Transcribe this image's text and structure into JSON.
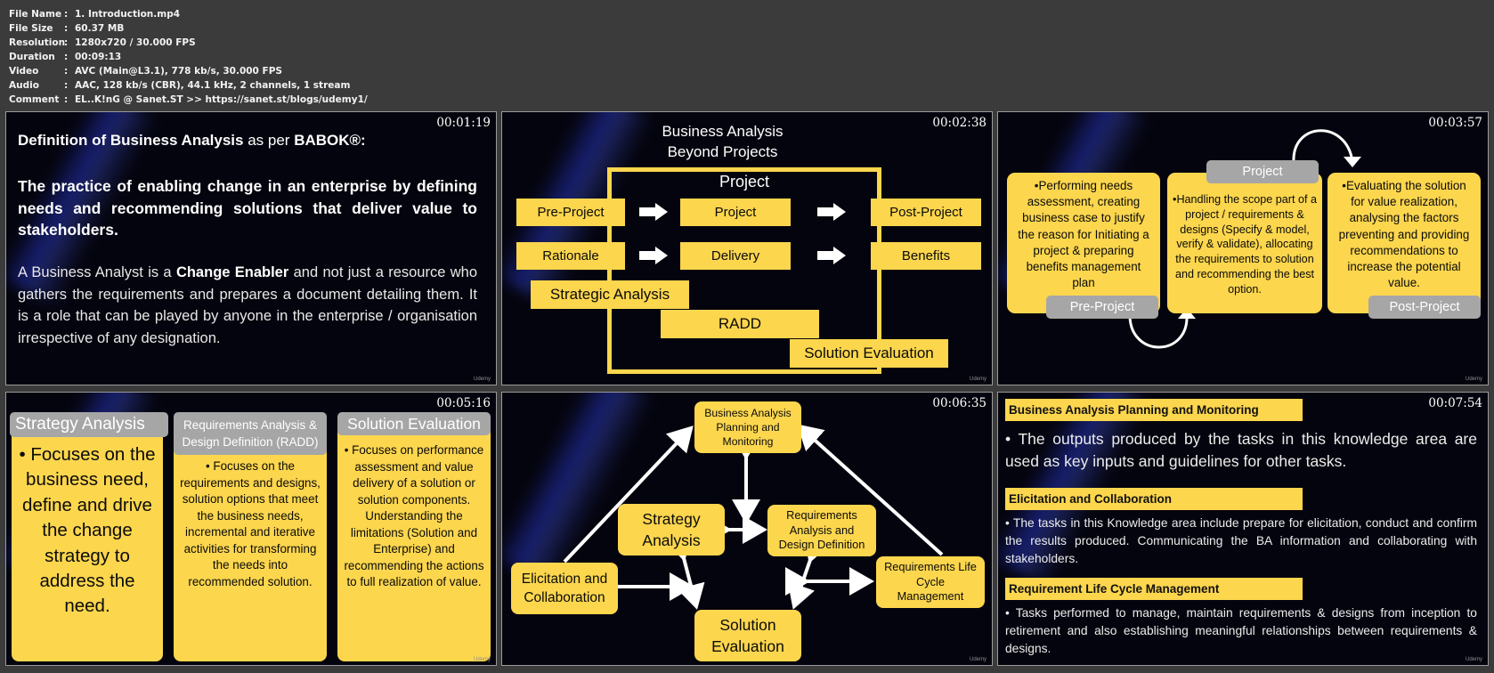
{
  "meta": [
    {
      "key": "File Name",
      "value": "1. Introduction.mp4"
    },
    {
      "key": "File Size",
      "value": "60.37 MB"
    },
    {
      "key": "Resolution",
      "value": "1280x720 / 30.000 FPS"
    },
    {
      "key": "Duration",
      "value": "00:09:13"
    },
    {
      "key": "Video",
      "value": "AVC (Main@L3.1), 778 kb/s, 30.000 FPS"
    },
    {
      "key": "Audio",
      "value": "AAC, 128 kb/s (CBR), 44.1 kHz, 2 channels, 1 stream"
    },
    {
      "key": "Comment",
      "value": "EL..K!nG @ Sanet.ST  >> https://sanet.st/blogs/udemy1/"
    }
  ],
  "separator": ":",
  "watermark": "Udemy",
  "colors": {
    "accent_yellow": "#fcd64d",
    "accent_gray": "#a6a6a6",
    "slide_bg": "#04040e",
    "page_bg": "#3b3b3b"
  },
  "thumbs": [
    {
      "timestamp": "00:01:19",
      "title_bold": "Definition of Business Analysis",
      "title_mid": " as per ",
      "title_bold2": "BABOK®:",
      "definition": "The practice of enabling change in an enterprise by defining needs and recommending solutions that deliver value to stakeholders.",
      "body_pre": "A Business Analyst is a ",
      "body_bold": "Change Enabler",
      "body_post": " and not just a  resource who  gathers  the  requirements  and  prepares  a document detailing them. It is a role that can be played by  anyone in the enterprise / organisation irrespective of any  designation."
    },
    {
      "timestamp": "00:02:38",
      "title_line1": "Business Analysis",
      "title_line2": "Beyond Projects",
      "frame_label": "Project",
      "row1": [
        "Pre-Project",
        "Project",
        "Post-Project"
      ],
      "row2": [
        "Rationale",
        "Delivery",
        "Benefits"
      ],
      "steps": [
        "Strategic Analysis",
        "RADD",
        "Solution Evaluation"
      ]
    },
    {
      "timestamp": "00:03:57",
      "cards": [
        {
          "label": "Pre-Project",
          "text": "•Performing needs assessment, creating business case to justify the reason for Initiating  a project & preparing benefits management plan"
        },
        {
          "label": "Project",
          "text": "•Handling the scope part of a  project / requirements & designs (Specify & model, verify & validate), allocating the requirements to solution  and recommending the best  option."
        },
        {
          "label": "Post-Project",
          "text": "•Evaluating the solution for  value realization, analysing  the factors preventing and  providing recommendations  to increase the potential value."
        }
      ]
    },
    {
      "timestamp": "00:05:16",
      "columns": [
        {
          "header": "Strategy Analysis",
          "text": "• Focuses on the  business need,  define and drive the change strategy to  address the need."
        },
        {
          "header_line1": "Requirements Analysis &",
          "header_line2": "Design Definition (RADD)",
          "text": "• Focuses on the requirements and  designs, solution  options that meet the  business needs, incremental and  iterative activities for  transforming the needs  into recommended  solution."
        },
        {
          "header": "Solution Evaluation",
          "text": "• Focuses on performance  assessment and value  delivery of a solution or  solution components. Understanding the limitations (Solution  and Enterprise) and recommending the actions to full  realization of value."
        }
      ]
    },
    {
      "timestamp": "00:06:35",
      "nodes": {
        "planning": [
          "Business Analysis",
          "Planning and",
          "Monitoring"
        ],
        "strategy": [
          "Strategy",
          "Analysis"
        ],
        "radd": [
          "Requirements",
          "Analysis and",
          "Design Definition"
        ],
        "elicitation": [
          "Elicitation and",
          "Collaboration"
        ],
        "lifecycle": [
          "Requirements Life",
          "Cycle",
          "Management"
        ],
        "evaluation": [
          "Solution",
          "Evaluation"
        ]
      }
    },
    {
      "timestamp": "00:07:54",
      "sections": [
        {
          "heading": "Business Analysis Planning and Monitoring",
          "text": "• The outputs produced by the tasks in this knowledge area are  used as key inputs and guidelines for other tasks."
        },
        {
          "heading": "Elicitation and Collaboration",
          "text": "• The tasks in this Knowledge area include prepare for  elicitation, conduct and confirm the results produced.  Communicating the BA information and collaborating with  stakeholders."
        },
        {
          "heading": "Requirement Life Cycle Management",
          "text": "• Tasks performed to manage, maintain requirements & designs  from inception to  retirement  and  also  establishing  meaningful  relationships  between requirements & designs."
        }
      ]
    }
  ]
}
